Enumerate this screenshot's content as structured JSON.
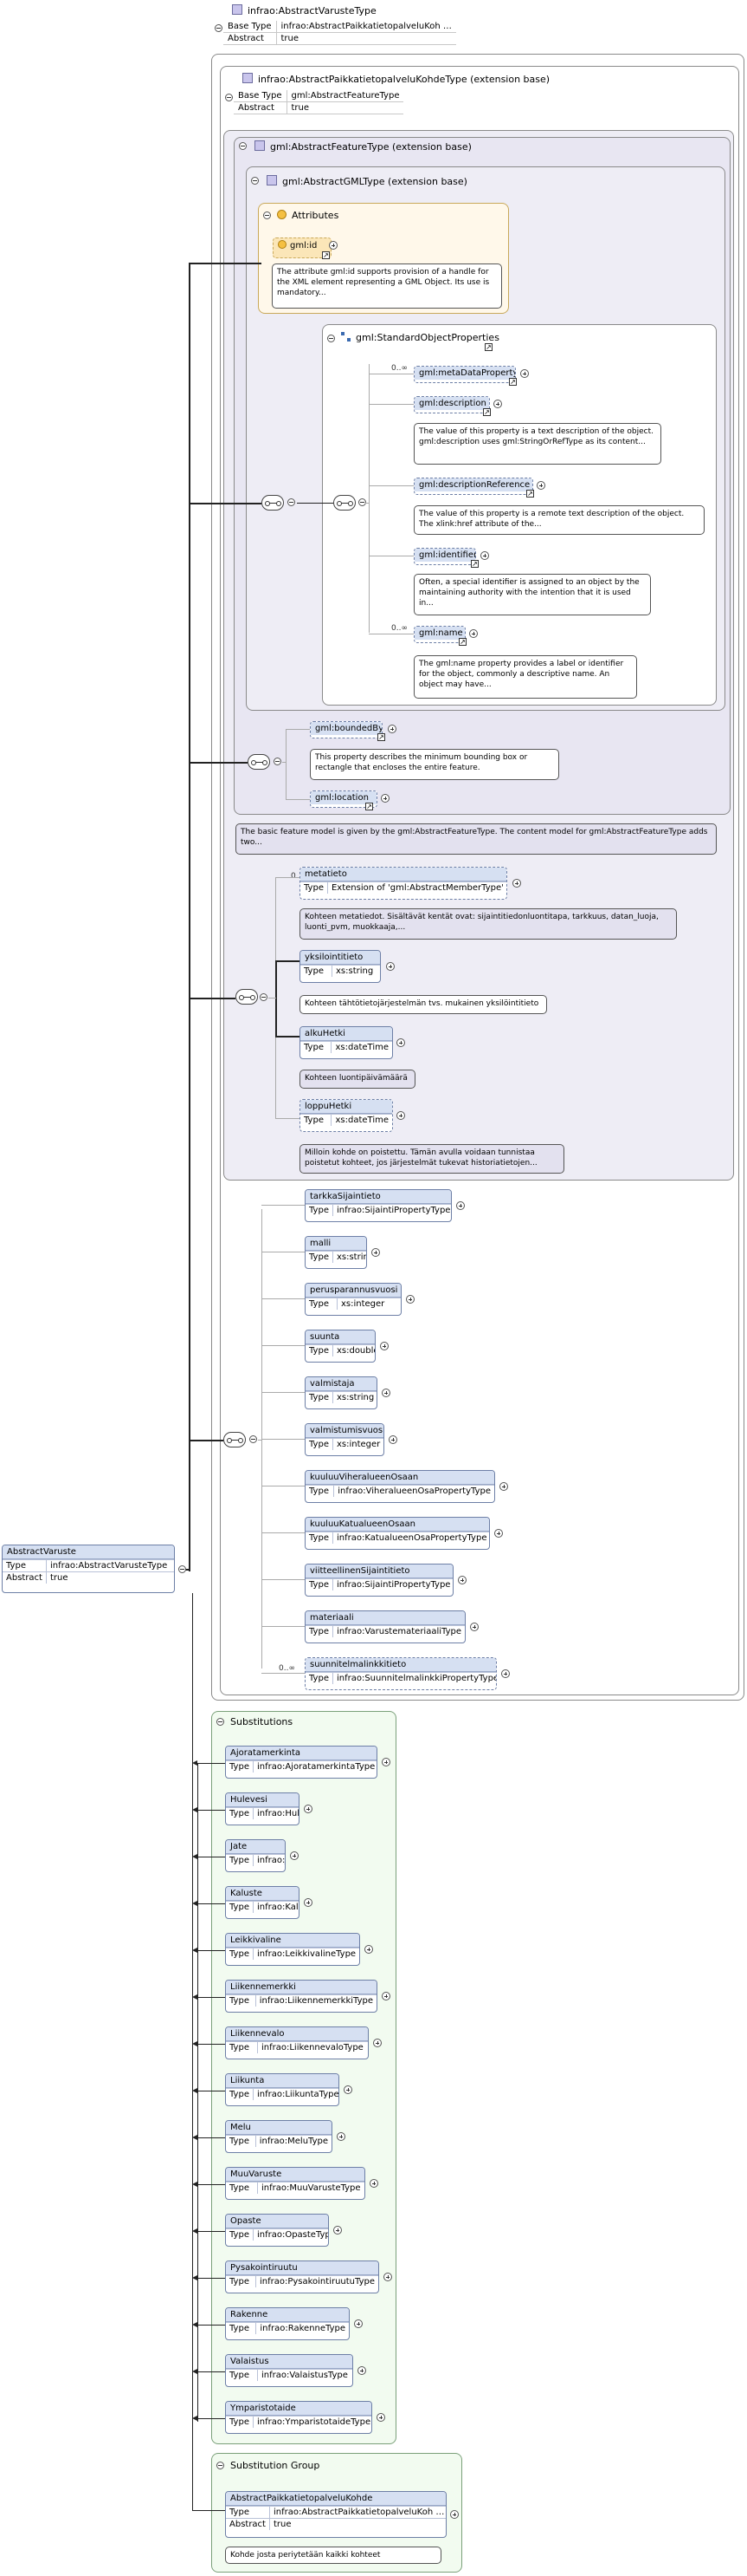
{
  "top": {
    "title": "infrao:AbstractVarusteType",
    "base_type_label": "Base Type",
    "base_type": "infrao:AbstractPaikkatietopalveluKoh …",
    "abstract_label": "Abstract",
    "abstract": "true"
  },
  "ext1": {
    "title": "infrao:AbstractPaikkatietopalveluKohdeType (extension base)",
    "base_type_label": "Base Type",
    "base_type": "gml:AbstractFeatureType",
    "abstract_label": "Abstract",
    "abstract": "true"
  },
  "ext2": {
    "title": "gml:AbstractFeatureType (extension base)"
  },
  "ext3": {
    "title": "gml:AbstractGMLType (extension base)"
  },
  "attributes": {
    "title": "Attributes",
    "id_name": "gml:id",
    "id_note": "The attribute gml:id supports provision of a handle for the XML element representing a GML Object. Its use is mandatory..."
  },
  "sop": {
    "title": "gml:StandardObjectProperties",
    "items": [
      {
        "name": "gml:metaDataProperty",
        "card": "0..∞",
        "note": ""
      },
      {
        "name": "gml:description",
        "card": "",
        "note": "The value of this property is a text description of the object. gml:description uses gml:StringOrRefType as its content..."
      },
      {
        "name": "gml:descriptionReference",
        "card": "",
        "note": "The value of this property is a remote text description of the object. The xlink:href attribute of the..."
      },
      {
        "name": "gml:identifier",
        "card": "",
        "note": "Often, a special identifier is assigned to an object by the maintaining authority with the intention that it is used in..."
      },
      {
        "name": "gml:name",
        "card": "0..∞",
        "note": "The gml:name property provides a label or identifier for the object, commonly a descriptive name. An object may have..."
      }
    ]
  },
  "bounded": {
    "name": "gml:boundedBy",
    "note": "This property describes the minimum bounding box or rectangle that encloses the entire feature.",
    "location": "gml:location"
  },
  "feature_note": "The basic feature model is given by the gml:AbstractFeatureType. The content model for gml:AbstractFeatureType adds two...",
  "type_label": "Type",
  "pk": {
    "items": [
      {
        "name": "metatieto",
        "card": "0",
        "type": "Extension of 'gml:AbstractMemberType'",
        "note": "Kohteen metatiedot. Sisältävät kentät ovat: sijaintitiedonluontitapa, tarkkuus, datan_luoja, luonti_pvm, muokkaaja,..."
      },
      {
        "name": "yksilointitieto",
        "card": "",
        "type": "xs:string",
        "note": "Kohteen tähtötietojärjestelmän tvs. mukainen yksilöintitieto"
      },
      {
        "name": "alkuHetki",
        "card": "",
        "type": "xs:dateTime",
        "note": "Kohteen luontipäivämäärä"
      },
      {
        "name": "loppuHetki",
        "card": "",
        "type": "xs:dateTime",
        "note": "Milloin kohde on poistettu. Tämän avulla voidaan tunnistaa poistetut kohteet, jos järjestelmät tukevat historiatietojen..."
      }
    ]
  },
  "varuste": {
    "items": [
      {
        "name": "tarkkaSijaintieto",
        "type": "infrao:SijaintiPropertyType",
        "card": ""
      },
      {
        "name": "malli",
        "type": "xs:string",
        "card": ""
      },
      {
        "name": "perusparannusvuosi",
        "type": "xs:integer",
        "card": ""
      },
      {
        "name": "suunta",
        "type": "xs:double",
        "card": ""
      },
      {
        "name": "valmistaja",
        "type": "xs:string",
        "card": ""
      },
      {
        "name": "valmistumisvuosi",
        "type": "xs:integer",
        "card": ""
      },
      {
        "name": "kuuluuViheralueenOsaan",
        "type": "infrao:ViheralueenOsaPropertyType",
        "card": ""
      },
      {
        "name": "kuuluuKatualueenOsaan",
        "type": "infrao:KatualueenOsaPropertyType",
        "card": ""
      },
      {
        "name": "viitteellinenSijaintitieto",
        "type": "infrao:SijaintiPropertyType",
        "card": ""
      },
      {
        "name": "materiaali",
        "type": "infrao:VarustemateriaaliType",
        "card": ""
      },
      {
        "name": "suunnitelmalinkkitieto",
        "type": "infrao:SuunnitelmalinkkiPropertyType",
        "card": "0..∞"
      }
    ]
  },
  "root": {
    "name": "AbstractVaruste",
    "type_label": "Type",
    "type": "infrao:AbstractVarusteType",
    "abstract_label": "Abstract",
    "abstract": "true"
  },
  "substitutions": {
    "title": "Substitutions",
    "items": [
      {
        "name": "Ajoratamerkinta",
        "type": "infrao:AjoratamerkintaType"
      },
      {
        "name": "Hulevesi",
        "type": "infrao:HulevesiType"
      },
      {
        "name": "Jate",
        "type": "infrao:JateType"
      },
      {
        "name": "Kaluste",
        "type": "infrao:KalusteType"
      },
      {
        "name": "Leikkivaline",
        "type": "infrao:LeikkivalineType"
      },
      {
        "name": "Liikennemerkki",
        "type": "infrao:LiikennemerkkiType"
      },
      {
        "name": "Liikennevalo",
        "type": "infrao:LiikennevaloType"
      },
      {
        "name": "Liikunta",
        "type": "infrao:LiikuntaType"
      },
      {
        "name": "Melu",
        "type": "infrao:MeluType"
      },
      {
        "name": "MuuVaruste",
        "type": "infrao:MuuVarusteType"
      },
      {
        "name": "Opaste",
        "type": "infrao:OpasteType"
      },
      {
        "name": "Pysakointiruutu",
        "type": "infrao:PysakointiruutuType"
      },
      {
        "name": "Rakenne",
        "type": "infrao:RakenneType"
      },
      {
        "name": "Valaistus",
        "type": "infrao:ValaistusType"
      },
      {
        "name": "Ymparistotaide",
        "type": "infrao:YmparistotaideType"
      }
    ]
  },
  "subgroup": {
    "title": "Substitution Group",
    "name": "AbstractPaikkatietopalveluKohde",
    "type": "infrao:AbstractPaikkatietopalveluKoh …",
    "abstract_label": "Abstract",
    "abstract": "true",
    "note": "Kohde josta periytetään kaikki kohteet"
  }
}
